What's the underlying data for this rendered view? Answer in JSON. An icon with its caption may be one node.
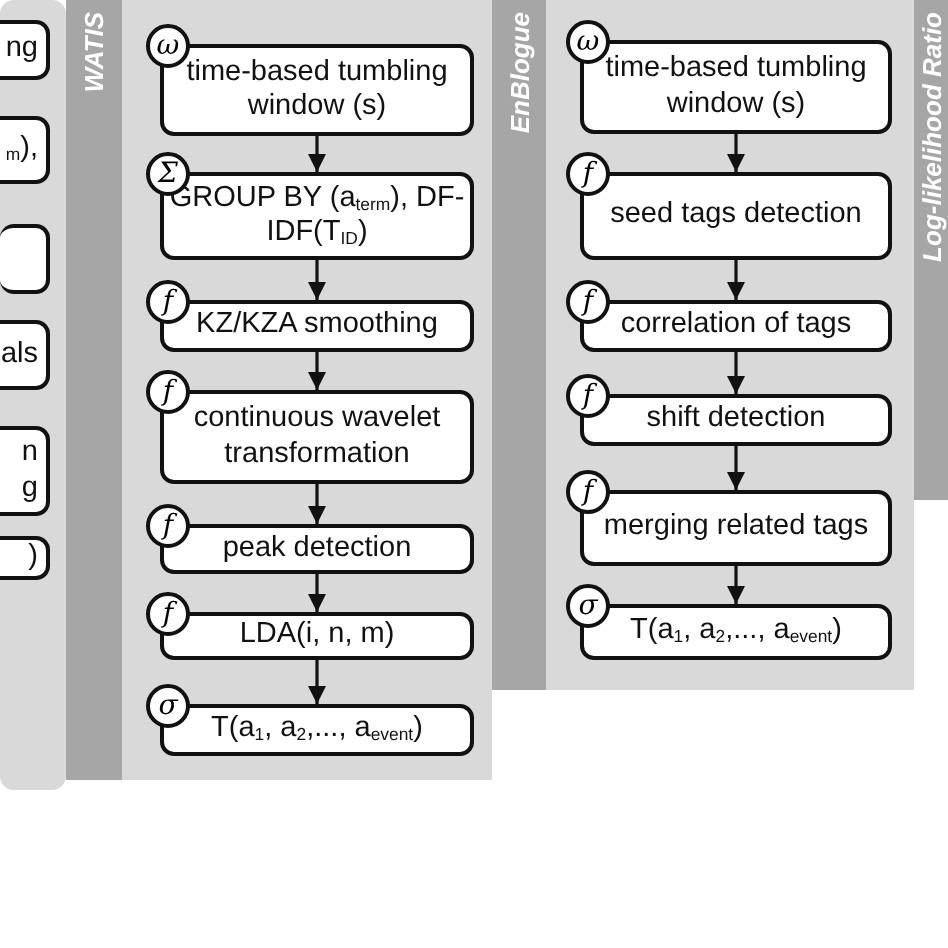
{
  "diagram": {
    "nodes": [
      {
        "text": [],
        "shape": "box"
      },
      {
        "text": [
          "ng"
        ],
        "in": 0
      },
      {
        "text": [
          "$_{m}$),"
        ],
        "in": 0
      },
      {
        "text": [],
        "shape": "box",
        "in": 0
      },
      {
        "text": [
          "als"
        ],
        "in": 0
      },
      {
        "text": [
          "n g"
        ],
        "in": 0
      },
      {
        "text": [
          ")"
        ],
        "in": 0
      },
      {
        "text": [
          "WATIS"
        ]
      },
      {
        "text": [
          "ω"
        ],
        "in": 7
      },
      {
        "text": [
          "time-based tumbling window (s)"
        ],
        "in": 7
      },
      {
        "text": [
          "Σ"
        ],
        "in": 7
      },
      {
        "text": [
          "GROUP BY (a$_{term}$), DF-IDF(T$_{ID}$)"
        ],
        "in": 7
      },
      {
        "text": [
          "f"
        ],
        "in": 7
      },
      {
        "text": [
          "KZ/KZA smoothing"
        ],
        "in": 7
      },
      {
        "text": [
          "f"
        ],
        "in": 7
      },
      {
        "text": [
          "continuous wavelet transformation"
        ],
        "in": 7
      },
      {
        "text": [
          "f"
        ],
        "in": 7
      },
      {
        "text": [
          "peak detection"
        ],
        "in": 7
      },
      {
        "text": [
          "f"
        ],
        "in": 7
      },
      {
        "text": [
          "LDA(i, n, m)"
        ],
        "in": 7
      },
      {
        "text": [
          "σ"
        ],
        "in": 7
      },
      {
        "text": [
          "T(a$_{1}$, a$_{2}$,..., a$_{event}$)"
        ],
        "in": 7
      },
      {
        "text": [
          "EnBlogue"
        ]
      },
      {
        "text": [
          "ω"
        ],
        "in": 22
      },
      {
        "text": [
          "time-based tumbling window (s)"
        ],
        "in": 22
      },
      {
        "text": [
          "f"
        ],
        "in": 22
      },
      {
        "text": [
          "seed tags detection"
        ],
        "in": 22
      },
      {
        "text": [
          "f"
        ],
        "in": 22
      },
      {
        "text": [
          "correlation of tags"
        ],
        "in": 22
      },
      {
        "text": [
          "f"
        ],
        "in": 22
      },
      {
        "text": [
          "shift detection"
        ],
        "in": 22
      },
      {
        "text": [
          "f"
        ],
        "in": 22
      },
      {
        "text": [
          "merging related tags"
        ],
        "in": 22
      },
      {
        "text": [
          "σ"
        ],
        "in": 22
      },
      {
        "text": [
          "T(a$_{1}$, a$_{2}$,..., a$_{event}$)"
        ],
        "in": 22
      },
      {
        "text": [
          "Log-likelihood Ratio"
        ]
      }
    ],
    "edges": [
      {
        "from": 9,
        "to": 11,
        "arrow": "to"
      },
      {
        "from": 11,
        "to": 13,
        "arrow": "to"
      },
      {
        "from": 13,
        "to": 15,
        "arrow": "to"
      },
      {
        "from": 15,
        "to": 17,
        "arrow": "to"
      },
      {
        "from": 17,
        "to": 19,
        "arrow": "to"
      },
      {
        "from": 19,
        "to": 21,
        "arrow": "to"
      },
      {
        "from": 24,
        "to": 26,
        "arrow": "to"
      },
      {
        "from": 26,
        "to": 28,
        "arrow": "to"
      },
      {
        "from": 28,
        "to": 30,
        "arrow": "to"
      },
      {
        "from": 30,
        "to": 32,
        "arrow": "to"
      },
      {
        "from": 32,
        "to": 34,
        "arrow": "to"
      }
    ]
  }
}
